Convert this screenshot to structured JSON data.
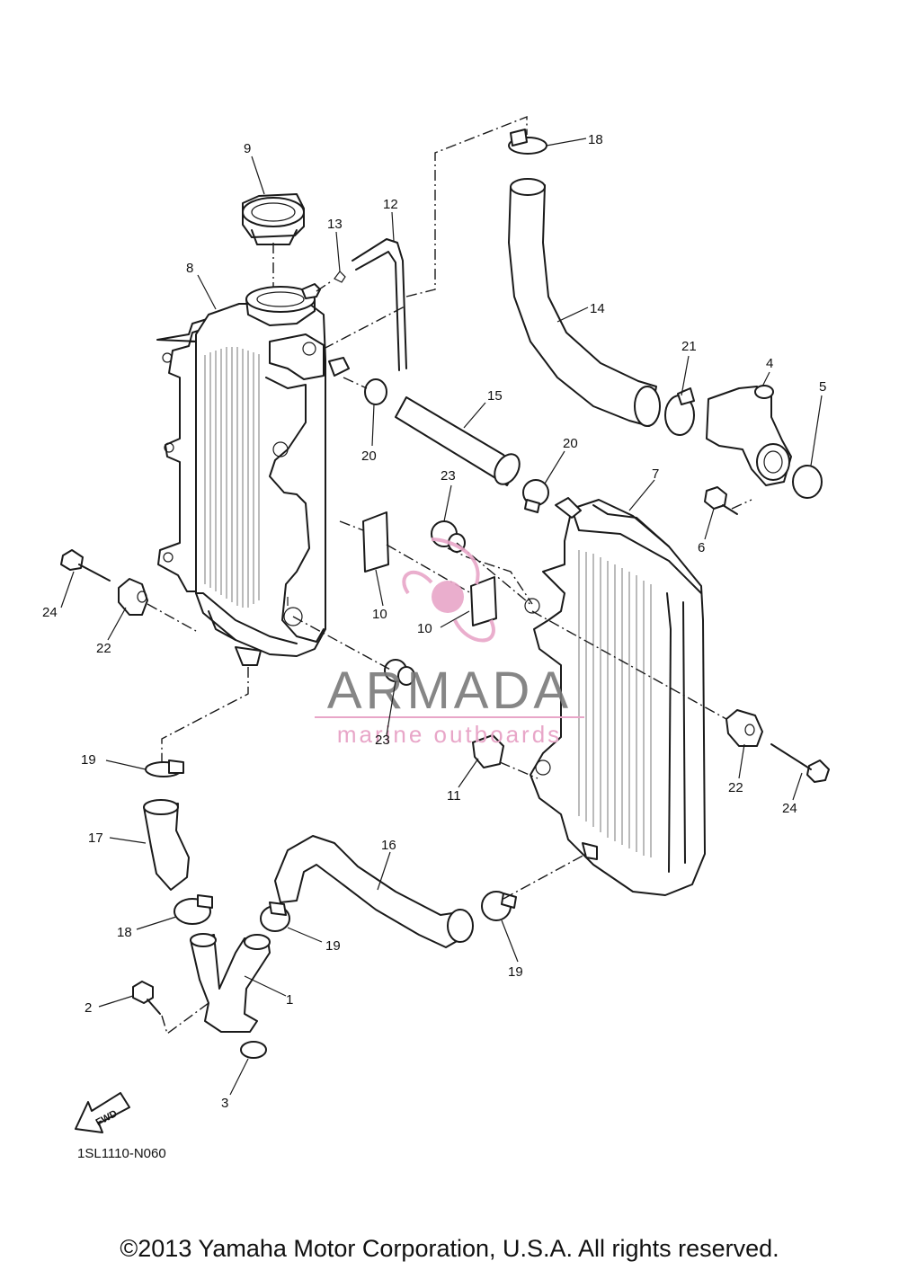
{
  "diagram_code": "1SL1110-N060",
  "fwd_label": "FWD",
  "watermark": {
    "name": "ARMADA",
    "tagline": "marine outboards",
    "color": "#e8a6c8",
    "dark_color": "#7a7a7a"
  },
  "copyright": "©2013 Yamaha Motor Corporation, U.S.A. All rights reserved.",
  "callouts": {
    "p1": "1",
    "p2": "2",
    "p3": "3",
    "p4": "4",
    "p5": "5",
    "p6": "6",
    "p7": "7",
    "p8": "8",
    "p9": "9",
    "p10a": "10",
    "p10b": "10",
    "p11": "11",
    "p12": "12",
    "p13": "13",
    "p14": "14",
    "p15": "15",
    "p16": "16",
    "p17": "17",
    "p18a": "18",
    "p18b": "18",
    "p19a": "19",
    "p19b": "19",
    "p19c": "19",
    "p20a": "20",
    "p20b": "20",
    "p21": "21",
    "p22a": "22",
    "p22b": "22",
    "p23a": "23",
    "p23b": "23",
    "p24a": "24",
    "p24b": "24"
  }
}
